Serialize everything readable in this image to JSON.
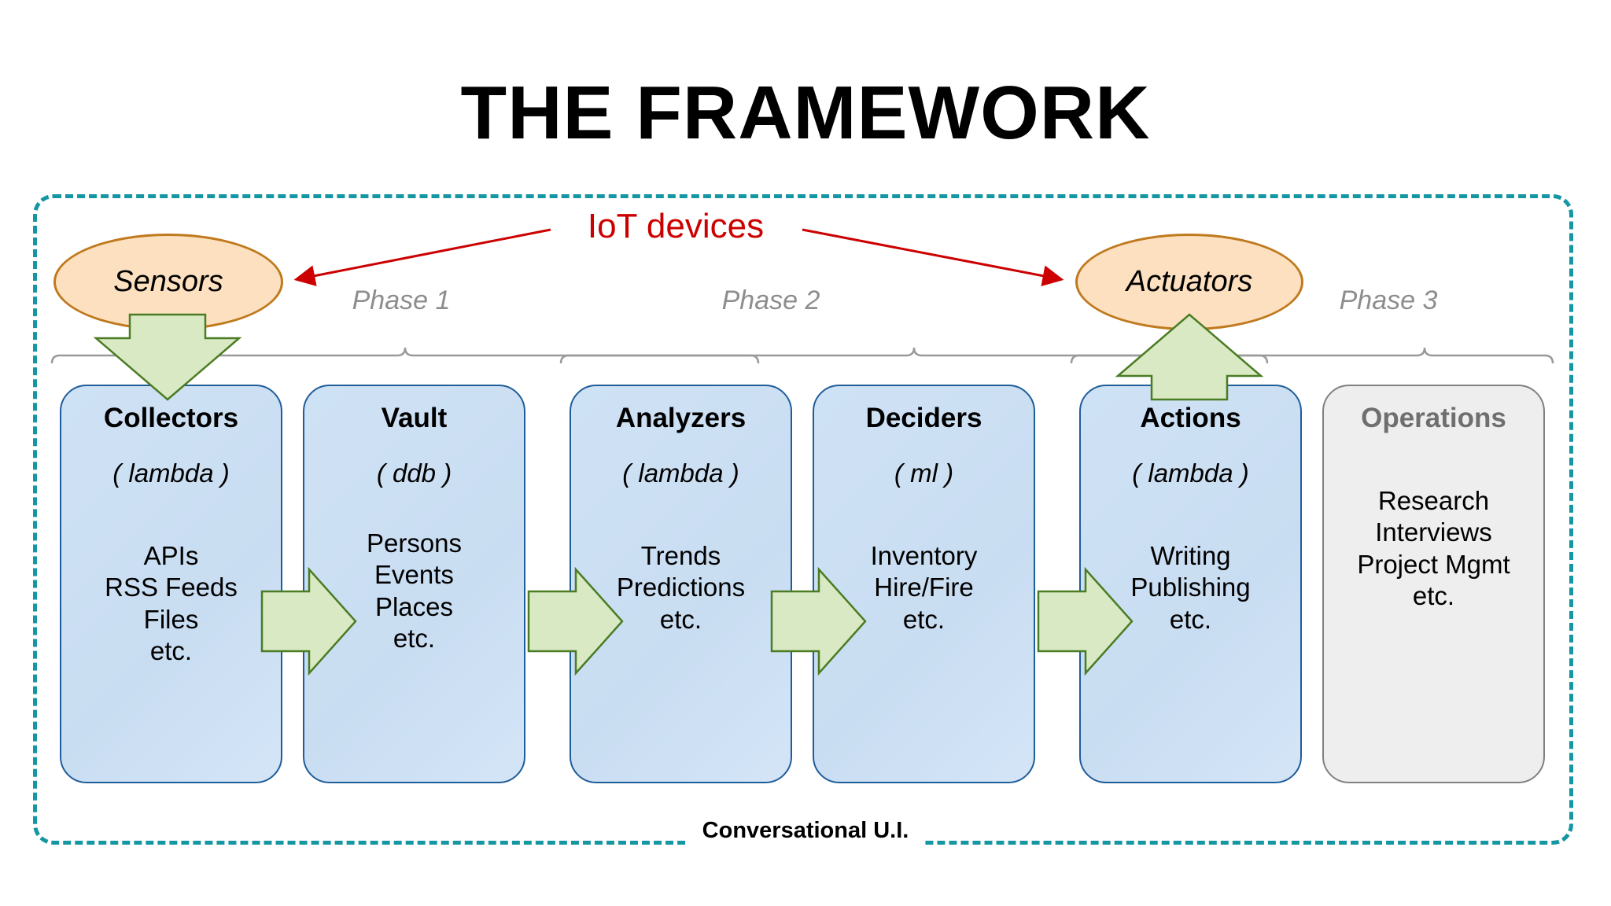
{
  "title": "THE FRAMEWORK",
  "frame": {
    "caption": "Conversational U.I.",
    "border_color": "#1596a3"
  },
  "iot": {
    "label": "IoT devices",
    "color": "#cc0000"
  },
  "ellipses": {
    "sensors": "Sensors",
    "actuators": "Actuators",
    "fill": "#fce0c0",
    "stroke": "#c07a1e"
  },
  "phases": [
    {
      "label": "Phase 1"
    },
    {
      "label": "Phase 2"
    },
    {
      "label": "Phase 3"
    }
  ],
  "columns": [
    {
      "title": "Collectors",
      "subtitle": "( lambda )",
      "items": [
        "APIs",
        "RSS Feeds",
        "Files",
        "etc."
      ],
      "style": "blue"
    },
    {
      "title": "Vault",
      "subtitle": "( ddb )",
      "items": [
        "Persons",
        "Events",
        "Places",
        "etc."
      ],
      "style": "blue"
    },
    {
      "title": "Analyzers",
      "subtitle": "( lambda )",
      "items": [
        "Trends",
        "Predictions",
        "etc."
      ],
      "style": "blue"
    },
    {
      "title": "Deciders",
      "subtitle": "( ml )",
      "items": [
        "Inventory",
        "Hire/Fire",
        "etc."
      ],
      "style": "blue"
    },
    {
      "title": "Actions",
      "subtitle": "( lambda )",
      "items": [
        "Writing",
        "Publishing",
        "etc."
      ],
      "style": "blue"
    },
    {
      "title": "Operations",
      "subtitle": "",
      "items": [
        "Research",
        "Interviews",
        "Project Mgmt",
        "etc."
      ],
      "style": "gray"
    }
  ],
  "colors": {
    "box_fill": "#cfe2f5",
    "box_stroke": "#1f5d99",
    "gray_fill": "#eeeeee",
    "gray_stroke": "#808080",
    "arrow_fill": "#d9e9c3",
    "arrow_stroke": "#4a7c23",
    "phase_label": "#8d8d8d"
  }
}
